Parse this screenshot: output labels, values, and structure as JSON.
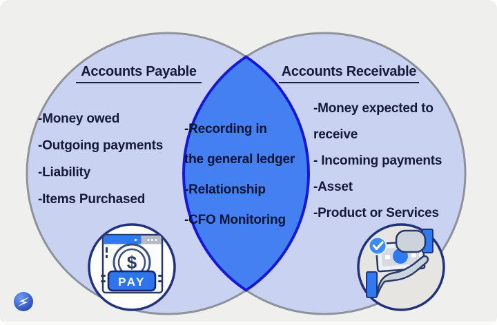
{
  "colors": {
    "background": "#efefee",
    "circle_fill": "#c9d3f1",
    "circle_border": "#8e939b",
    "overlap_fill": "#4480f2",
    "overlap_border": "#1518d4",
    "text": "#141a38",
    "icon_navy": "#21327e",
    "icon_blue": "#2f7af0",
    "badge_blue": "#3b8df5",
    "logo_blue": "#2a5bd7"
  },
  "venn": {
    "left": {
      "title": "Accounts Payable",
      "items": [
        "-Money owed",
        "-Outgoing payments",
        "-Liability",
        "-Items Purchased"
      ]
    },
    "overlap": {
      "items": [
        "-Recording in",
        "the general ledger",
        "-Relationship",
        "-CFO Monitoring"
      ]
    },
    "right": {
      "title": "Accounts Receivable",
      "items": [
        "-Money expected to",
        "receive",
        "- Incoming payments",
        "-Asset",
        "-Product or Services"
      ]
    }
  },
  "icons": {
    "pay_label": "PAY",
    "dollar_symbol": "$",
    "left_icon": "online-payment-window",
    "right_icon": "hand-receiving-money",
    "logo": "lightning-bolt-logo"
  }
}
